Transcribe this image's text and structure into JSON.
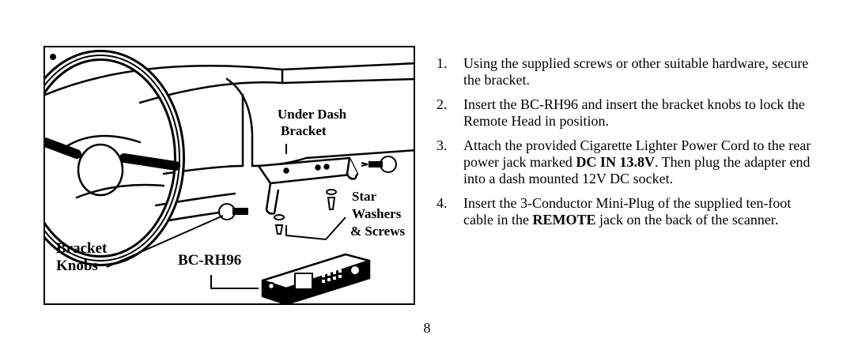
{
  "figure": {
    "labels": {
      "under_dash": "Under Dash",
      "bracket": "Bracket",
      "star": "Star",
      "washers": "Washers",
      "screws": "& Screws",
      "bracket_knobs_1": "Bracket",
      "bracket_knobs_2": "Knobs",
      "model": "BC-RH96"
    }
  },
  "steps": [
    {
      "number": "1.",
      "text": "Using the supplied screws or other suitable hardware, secure the bracket."
    },
    {
      "number": "2.",
      "text": "Insert the BC-RH96 and insert the bracket knobs to lock the Remote Head in position."
    },
    {
      "number": "3.",
      "text_before": "Attach the provided Cigarette Lighter Power Cord to the rear power jack marked ",
      "bold": "DC IN 13.8V",
      "text_after": ". Then plug the adapter end into a dash mounted 12V DC socket."
    },
    {
      "number": "4.",
      "text_before": "Insert the 3-Conductor Mini-Plug of the supplied ten-foot cable in the ",
      "bold": "REMOTE",
      "text_after": " jack on the back of  the scanner."
    }
  ],
  "page_number": "8"
}
